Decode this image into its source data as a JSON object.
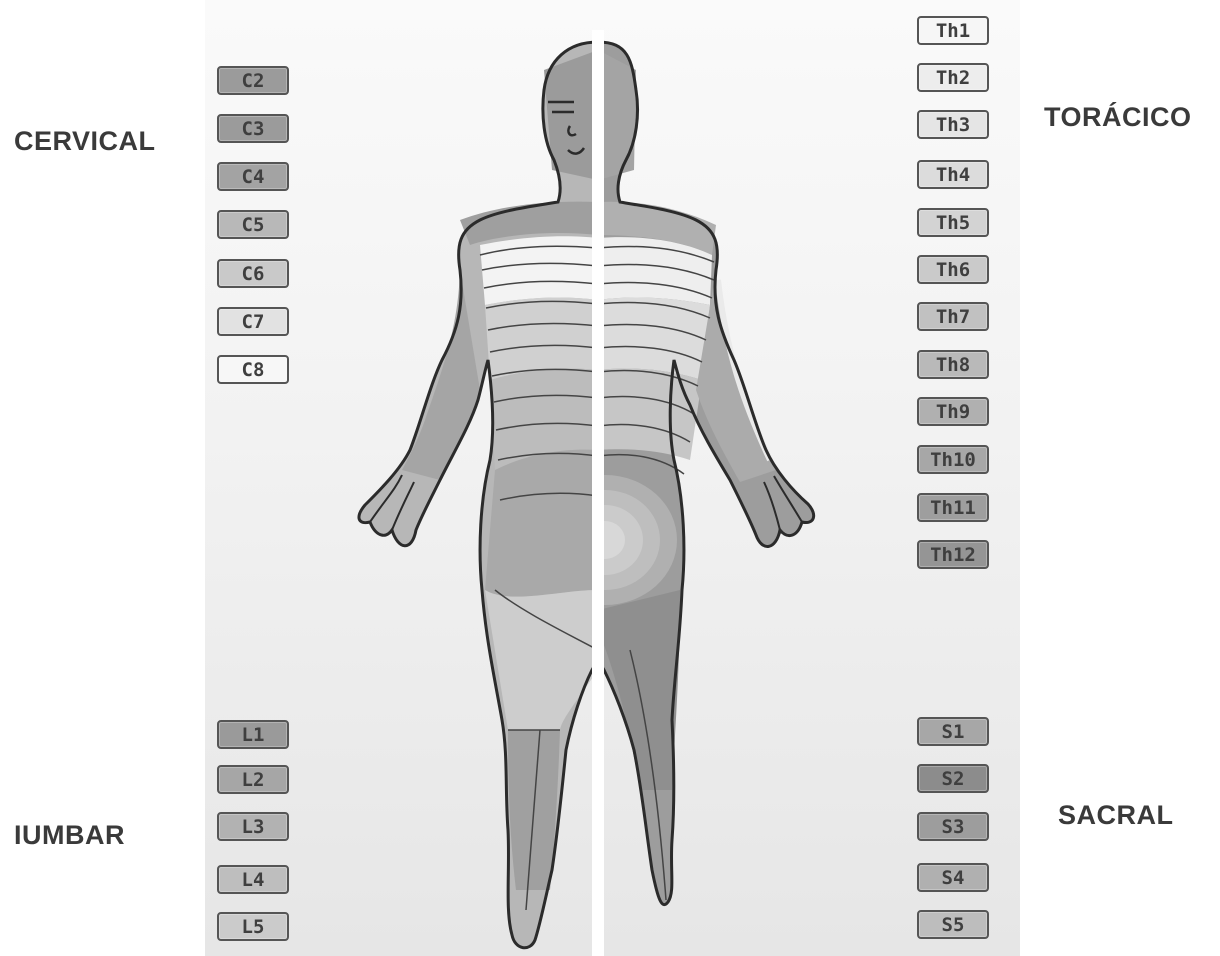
{
  "groups": {
    "cervical": "CERVICAL",
    "thoracic": "TORÁCICO",
    "lumbar": "IUMBAR",
    "sacral": "SACRAL"
  },
  "cervical_segments": [
    "C2",
    "C3",
    "C4",
    "C5",
    "C6",
    "C7",
    "C8"
  ],
  "thoracic_segments": [
    "Th1",
    "Th2",
    "Th3",
    "Th4",
    "Th5",
    "Th6",
    "Th7",
    "Th8",
    "Th9",
    "Th10",
    "Th11",
    "Th12"
  ],
  "lumbar_segments": [
    "L1",
    "L2",
    "L3",
    "L4",
    "L5"
  ],
  "sacral_segments": [
    "S1",
    "S2",
    "S3",
    "S4",
    "S5"
  ],
  "colors": {
    "cervical": [
      "#9b9b9b",
      "#9b9b9b",
      "#a3a3a3",
      "#b8b8b8",
      "#c9c9c9",
      "#e2e2e2",
      "#f7f7f7"
    ],
    "thoracic": [
      "#f6f6f6",
      "#ededed",
      "#e5e5e5",
      "#dcdcdc",
      "#d3d3d3",
      "#cacaca",
      "#c1c1c1",
      "#b9b9b9",
      "#b0b0b0",
      "#a7a7a7",
      "#9e9e9e",
      "#959595"
    ],
    "lumbar": [
      "#9a9a9a",
      "#a6a6a6",
      "#b2b2b2",
      "#bebebe",
      "#cbcbcb"
    ],
    "sacral": [
      "#a7a7a7",
      "#8c8c8c",
      "#9d9d9d",
      "#b0b0b0",
      "#bdbdbd"
    ]
  }
}
